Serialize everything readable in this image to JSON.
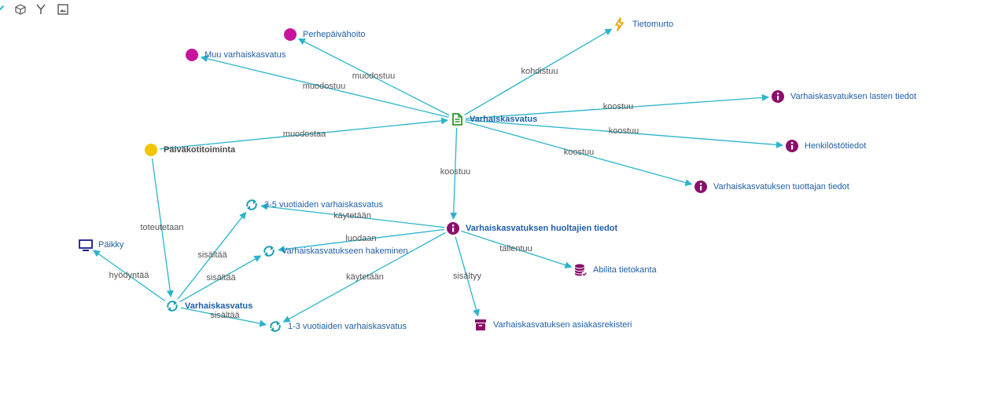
{
  "colors": {
    "edge": "#2ab4cc",
    "magenta": "#c8149c",
    "yellow": "#f5c400",
    "green": "#2a9a2a",
    "purple": "#8a0f6a",
    "navy": "#1a1a8c",
    "teal": "#1aa0b0",
    "amber": "#e8a000"
  },
  "toolbar": {
    "icons": [
      "pen-icon",
      "cube-icon",
      "branch-icon",
      "image-icon"
    ]
  },
  "nodes": [
    {
      "id": "perhe",
      "label": "Perhepäivähoito",
      "icon": "dot",
      "color": "magenta"
    },
    {
      "id": "muu",
      "label": "Muu varhaiskasvatus",
      "icon": "dot",
      "color": "magenta"
    },
    {
      "id": "tietomurto",
      "label": "Tietomurto",
      "icon": "bolt",
      "color": "amber"
    },
    {
      "id": "vk",
      "label": "Varhaiskasvatus",
      "icon": "document",
      "color": "green",
      "bold": true
    },
    {
      "id": "lapset",
      "label": "Varhaiskasvatuksen lasten tiedot",
      "icon": "info",
      "color": "purple"
    },
    {
      "id": "henk",
      "label": "Henkilöstötiedot",
      "icon": "info",
      "color": "purple"
    },
    {
      "id": "tuottaja",
      "label": "Varhaiskasvatuksen tuottajan tiedot",
      "icon": "info",
      "color": "purple"
    },
    {
      "id": "paivakoti",
      "label": "Päiväkotitoiminta",
      "icon": "dot",
      "color": "yellow",
      "bold": true,
      "dark": true
    },
    {
      "id": "v35",
      "label": "3-5 vuotiaiden varhaiskasvatus",
      "icon": "cycle",
      "color": "teal"
    },
    {
      "id": "huolt",
      "label": "Varhaiskasvatuksen huoltajien tiedot",
      "icon": "info",
      "color": "purple",
      "bold": true
    },
    {
      "id": "paikky",
      "label": "Päikky",
      "icon": "monitor",
      "color": "navy"
    },
    {
      "id": "hakem",
      "label": "Varhaiskasvatukseen hakeminen",
      "icon": "cycle",
      "color": "teal"
    },
    {
      "id": "abilita",
      "label": "Abilita tietokanta",
      "icon": "database",
      "color": "purple"
    },
    {
      "id": "vkproc",
      "label": "Varhaiskasvatus",
      "icon": "cycle",
      "color": "teal",
      "bold": true
    },
    {
      "id": "v13",
      "label": "1-3 vuotiaiden varhaiskasvatus",
      "icon": "cycle",
      "color": "teal"
    },
    {
      "id": "rekisteri",
      "label": "Varhaiskasvatuksen asiakasrekisteri",
      "icon": "archive",
      "color": "purple"
    }
  ],
  "edges": [
    {
      "from": "vk",
      "to": "perhe",
      "label": "muodostuu"
    },
    {
      "from": "vk",
      "to": "muu",
      "label": "muodostuu"
    },
    {
      "from": "vk",
      "to": "tietomurto",
      "label": "kohdistuu"
    },
    {
      "from": "vk",
      "to": "lapset",
      "label": "koostuu"
    },
    {
      "from": "vk",
      "to": "henk",
      "label": "koostuu"
    },
    {
      "from": "vk",
      "to": "tuottaja",
      "label": "koostuu"
    },
    {
      "from": "paivakoti",
      "to": "vk",
      "label": "muodostaa"
    },
    {
      "from": "vk",
      "to": "huolt",
      "label": "koostuu"
    },
    {
      "from": "paivakoti",
      "to": "vkproc",
      "label": "toteutetaan"
    },
    {
      "from": "huolt",
      "to": "v35",
      "label": "käytetään"
    },
    {
      "from": "huolt",
      "to": "hakem",
      "label": "luodaan"
    },
    {
      "from": "huolt",
      "to": "abilita",
      "label": "tallentuu"
    },
    {
      "from": "huolt",
      "to": "v13",
      "label": "käytetään"
    },
    {
      "from": "huolt",
      "to": "rekisteri",
      "label": "sisältyy"
    },
    {
      "from": "vkproc",
      "to": "paikky",
      "label": "hyödyntää"
    },
    {
      "from": "vkproc",
      "to": "v35",
      "label": "sisältää"
    },
    {
      "from": "vkproc",
      "to": "hakem",
      "label": "sisältää"
    },
    {
      "from": "vkproc",
      "to": "v13",
      "label": "sisältää"
    }
  ]
}
